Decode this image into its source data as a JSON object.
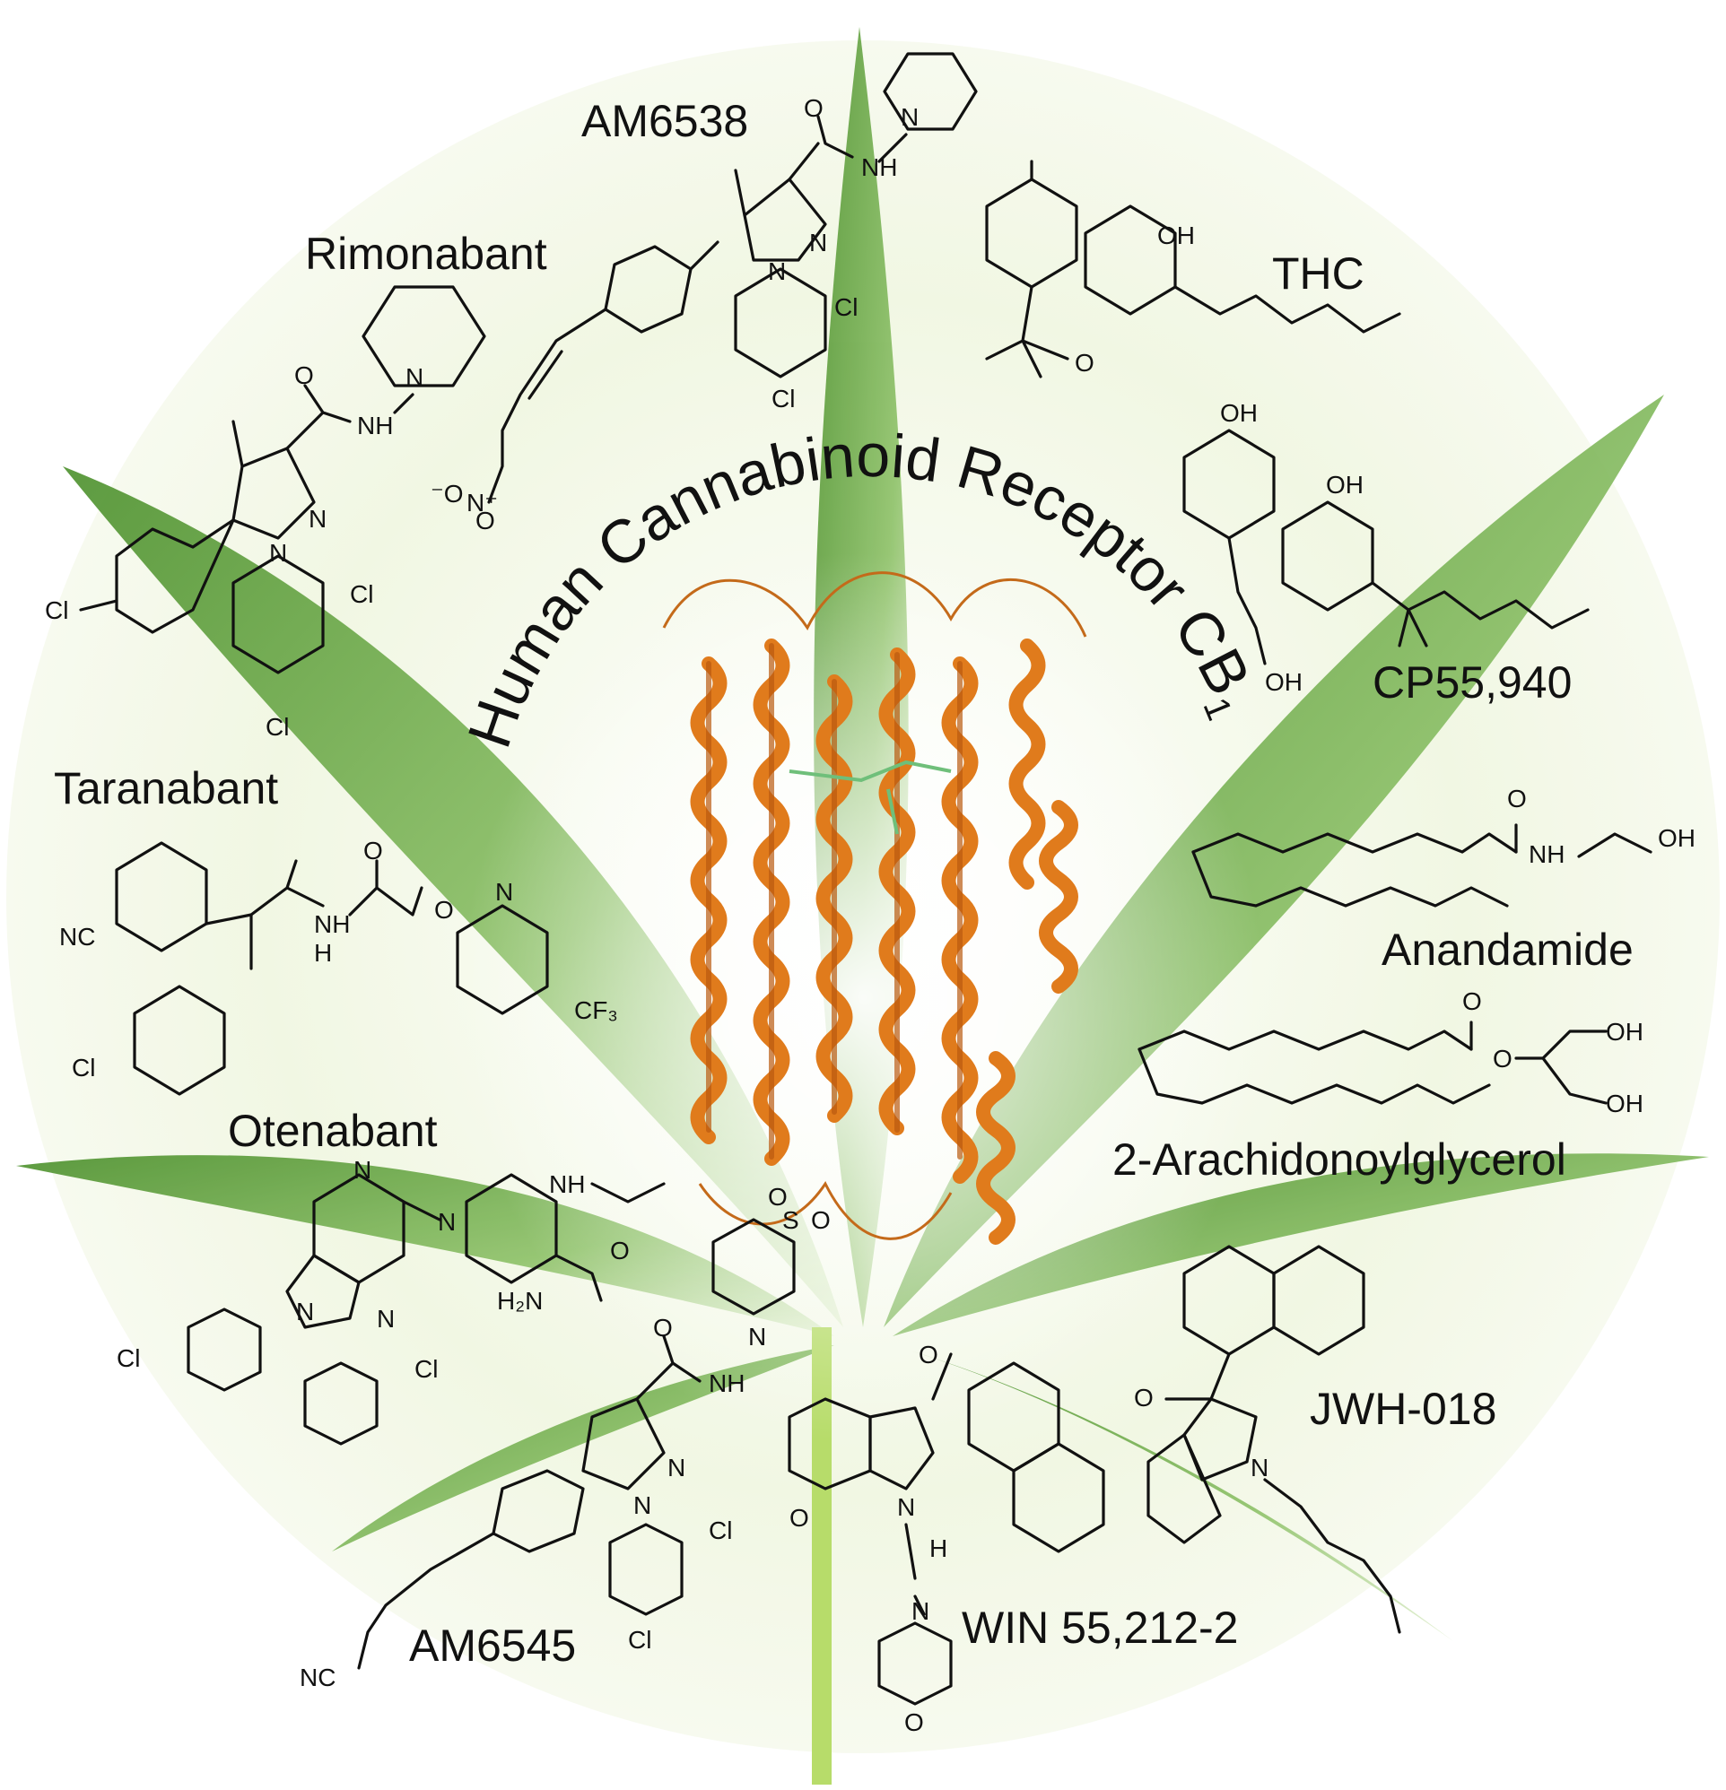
{
  "title": {
    "main": "Human Cannabinoid  Receptor CB",
    "subscript": "1"
  },
  "compounds": [
    {
      "id": "am6538",
      "label": "AM6538"
    },
    {
      "id": "rimonabant",
      "label": "Rimonabant"
    },
    {
      "id": "thc",
      "label": "THC"
    },
    {
      "id": "cp55940",
      "label": "CP55,940"
    },
    {
      "id": "taranabant",
      "label": "Taranabant"
    },
    {
      "id": "anandamide",
      "label": "Anandamide"
    },
    {
      "id": "ag",
      "label": "2-Arachidonoylglycerol"
    },
    {
      "id": "otenabant",
      "label": "Otenabant"
    },
    {
      "id": "jwh018",
      "label": "JWH-018"
    },
    {
      "id": "am6545",
      "label": "AM6545"
    },
    {
      "id": "win",
      "label": "WIN 55,212-2"
    }
  ],
  "atoms": {
    "o": "O",
    "n": "N",
    "nh": "NH",
    "h": "H",
    "cl": "Cl",
    "oh": "OH",
    "nc": "NC",
    "cf3": "CF₃",
    "h2n": "H₂N",
    "s": "S",
    "o_minus": "⁻O",
    "n_plus": "N⁺"
  },
  "colors": {
    "leaf": "#5e9e3a",
    "leaf_light": "#cfe6b8",
    "background_glow": "#f3f8e6",
    "protein": "#e07b1c",
    "text": "#111111"
  }
}
